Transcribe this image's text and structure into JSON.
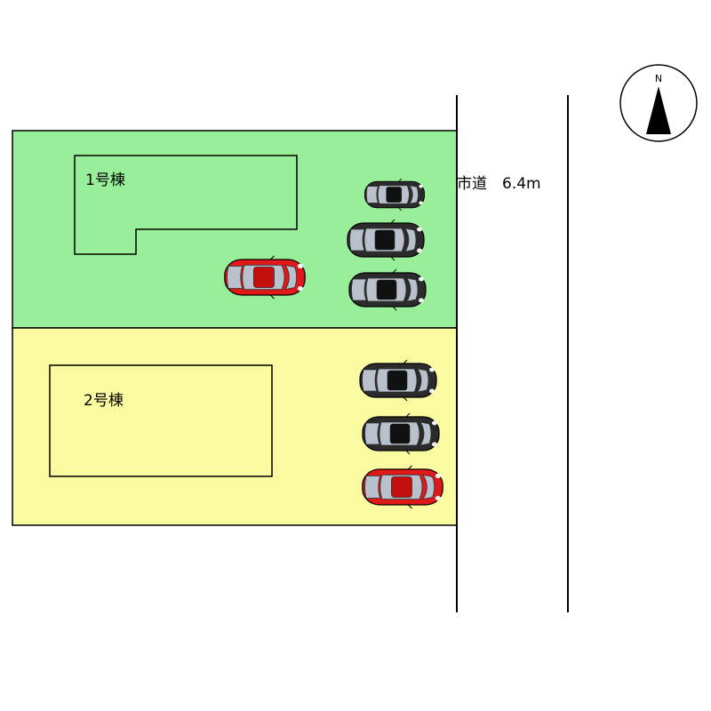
{
  "lots": [
    {
      "building_label": "1号棟",
      "color": "#99ee99"
    },
    {
      "building_label": "2号棟",
      "color": "#fafaa0"
    }
  ],
  "road": {
    "label": "市道　6.4m"
  },
  "compass": {
    "label": "N"
  },
  "cars": [
    {
      "color": "dark"
    },
    {
      "color": "dark"
    },
    {
      "color": "dark"
    },
    {
      "color": "red"
    },
    {
      "color": "dark"
    },
    {
      "color": "dark"
    },
    {
      "color": "red"
    }
  ],
  "colors": {
    "car_dark": "#2b2b2b",
    "car_red": "#e01818",
    "glass": "#b9c2cc",
    "line": "#000000"
  }
}
